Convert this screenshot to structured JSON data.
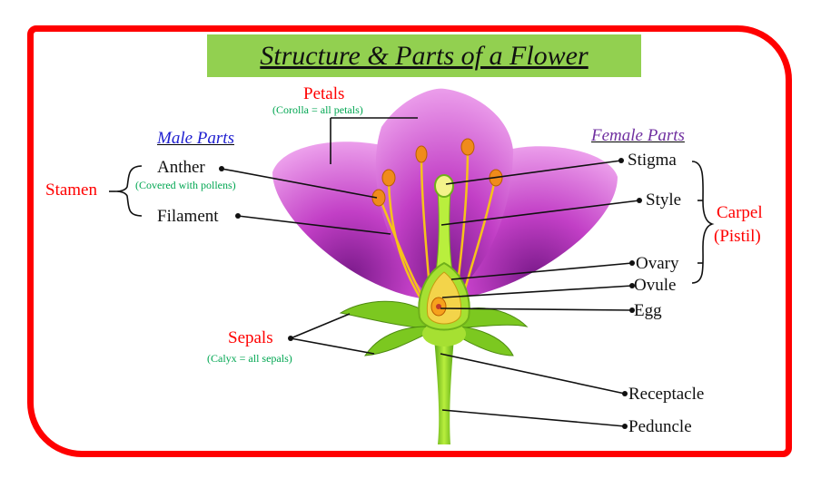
{
  "title": "Structure & Parts of a Flower",
  "headings": {
    "male": "Male Parts",
    "female": "Female Parts"
  },
  "labels": {
    "petals": "Petals",
    "petals_note": "(Corolla = all petals)",
    "stamen": "Stamen",
    "anther": "Anther",
    "anther_note": "(Covered with pollens)",
    "filament": "Filament",
    "sepals": "Sepals",
    "sepals_note": "(Calyx = all sepals)",
    "stigma": "Stigma",
    "style": "Style",
    "carpel": "Carpel",
    "pistil": "(Pistil)",
    "ovary": "Ovary",
    "ovule": "Ovule",
    "egg": "Egg",
    "receptacle": "Receptacle",
    "peduncle": "Peduncle"
  },
  "colors": {
    "frame": "#ff0000",
    "title_bg": "#92d050",
    "male_heading": "#1f1fd0",
    "female_heading": "#7030a0",
    "petal": "#d64fd4",
    "sepal": "#7cc820"
  }
}
